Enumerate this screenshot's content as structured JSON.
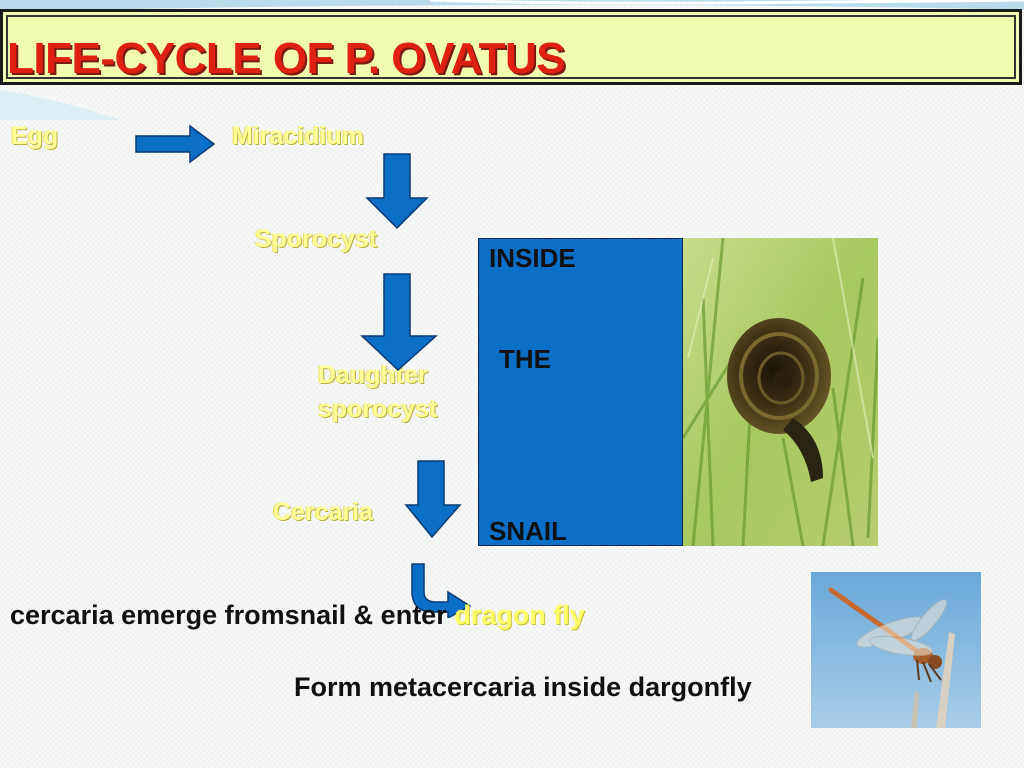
{
  "title": "LIFE-CYCLE OF  P. OVATUS",
  "stages": {
    "egg": "Egg",
    "miracidium": "Miracidium",
    "sporocyst": "Sporocyst",
    "daughter_sporocyst_line1": "Daughter",
    "daughter_sporocyst_line2": "sporocyst",
    "cercaria": "Cercaria"
  },
  "snail_box": {
    "word1": "INSIDE",
    "word2": "THE",
    "word3": "SNAIL",
    "color": "#0b6fc8"
  },
  "sentence1": {
    "before": "cercaria emerge fromsnail & enter ",
    "highlight": "dragon fly"
  },
  "sentence2": "Form metacercaria inside dargonfly",
  "colors": {
    "title": "#e02010",
    "title_bar": "#f0fbb0",
    "stage_label": "#ffff99",
    "arrow": "#0b6fc8",
    "highlight": "#ffff66"
  },
  "images": [
    "snail-photo",
    "dragonfly-photo"
  ]
}
